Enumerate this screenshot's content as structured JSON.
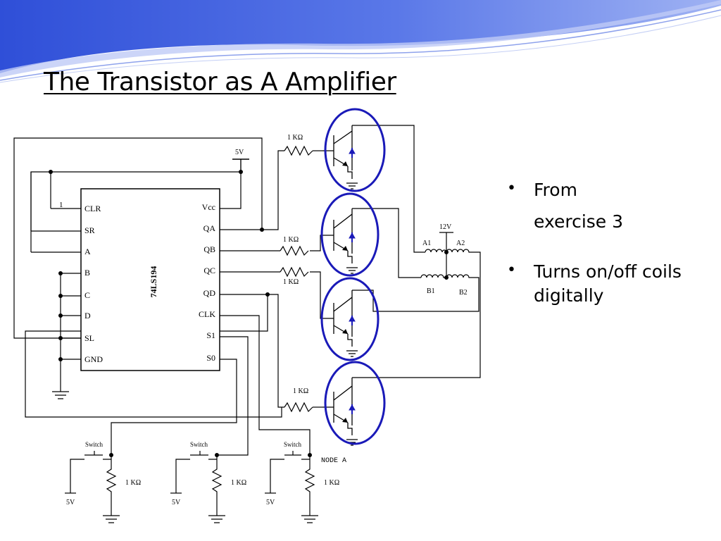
{
  "slide": {
    "title": "The Transistor as A Amplifier",
    "bullets": [
      {
        "lines": [
          "From",
          "exercise 3"
        ]
      },
      {
        "text": "Turns on/off coils digitally"
      }
    ]
  },
  "schematic": {
    "chip_label": "74LS194",
    "left_pins": [
      "CLR",
      "SR",
      "A",
      "B",
      "C",
      "D",
      "SL",
      "GND"
    ],
    "right_pins": [
      "Vcc",
      "QA",
      "QB",
      "QC",
      "QD",
      "CLK",
      "S1",
      "S0"
    ],
    "clr_input_value": "1",
    "supply_label": "5V",
    "coil_supply_label": "12V",
    "resistor_label": "1 KΩ",
    "coil_labels": [
      "A1",
      "A2",
      "B1",
      "B2"
    ],
    "switch_label": "Switch",
    "node_label": "NODE A",
    "highlight_color": "#1a1ab8",
    "diode_color": "#1a1ab8"
  }
}
